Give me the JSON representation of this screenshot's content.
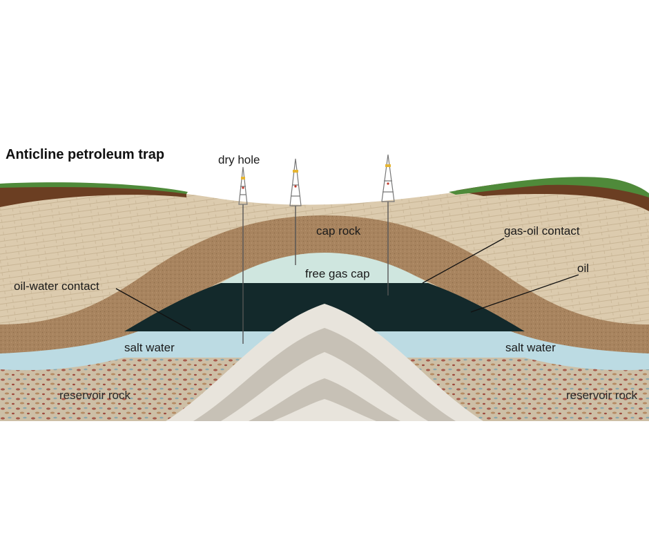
{
  "title": "Anticline petroleum trap",
  "labels": {
    "dry_hole": "dry hole",
    "cap_rock": "cap rock",
    "gas_oil_contact": "gas-oil contact",
    "free_gas_cap": "free gas cap",
    "oil": "oil",
    "oil_water_contact": "oil-water contact",
    "salt_water_left": "salt water",
    "salt_water_right": "salt water",
    "reservoir_rock_left": "reservoir rock",
    "reservoir_rock_right": "reservoir rock"
  },
  "colors": {
    "surface_grass": "#4f8a3a",
    "soil": "#6b3e22",
    "overburden": "#d9c8ab",
    "cap_rock": "#a8845f",
    "free_gas": "#cfe6df",
    "oil": "#13292b",
    "salt_water": "#bcdbe3",
    "reservoir_rock": "#c9b89c",
    "core_light": "#e8e4dc",
    "core_dark": "#c7c1b6"
  }
}
